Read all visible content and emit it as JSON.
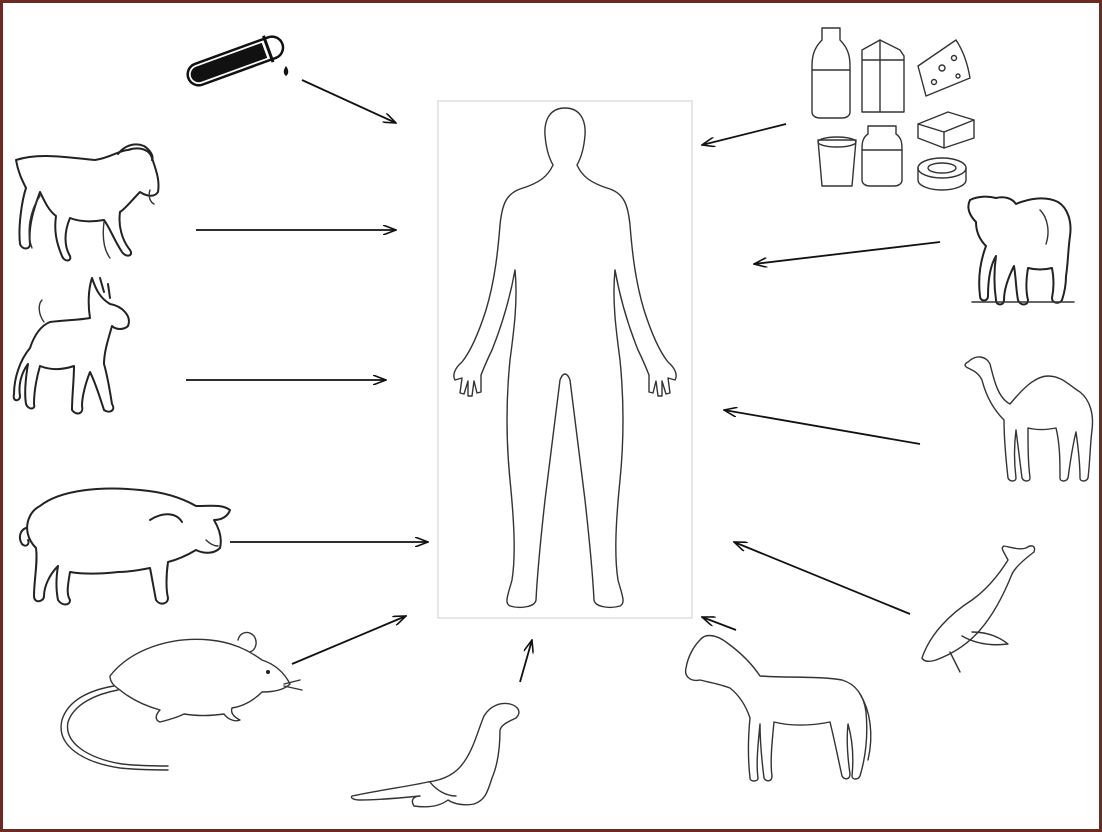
{
  "colors": {
    "border": "#6b2a22",
    "ink": "#222222",
    "background": "#ffffff"
  },
  "center": {
    "name": "human-silhouette-icon"
  },
  "sources": [
    {
      "name": "test-tube-icon",
      "points_to": "human"
    },
    {
      "name": "goat-icon",
      "points_to": "human"
    },
    {
      "name": "dog-icon",
      "points_to": "human"
    },
    {
      "name": "pig-icon",
      "points_to": "human"
    },
    {
      "name": "rat-icon",
      "points_to": "human"
    },
    {
      "name": "seal-icon",
      "points_to": "human"
    },
    {
      "name": "horse-icon",
      "points_to": "human"
    },
    {
      "name": "whale-icon",
      "points_to": "human"
    },
    {
      "name": "camel-icon",
      "points_to": "human"
    },
    {
      "name": "cow-icon",
      "points_to": "human"
    },
    {
      "name": "dairy-products-icon",
      "points_to": "human"
    }
  ]
}
